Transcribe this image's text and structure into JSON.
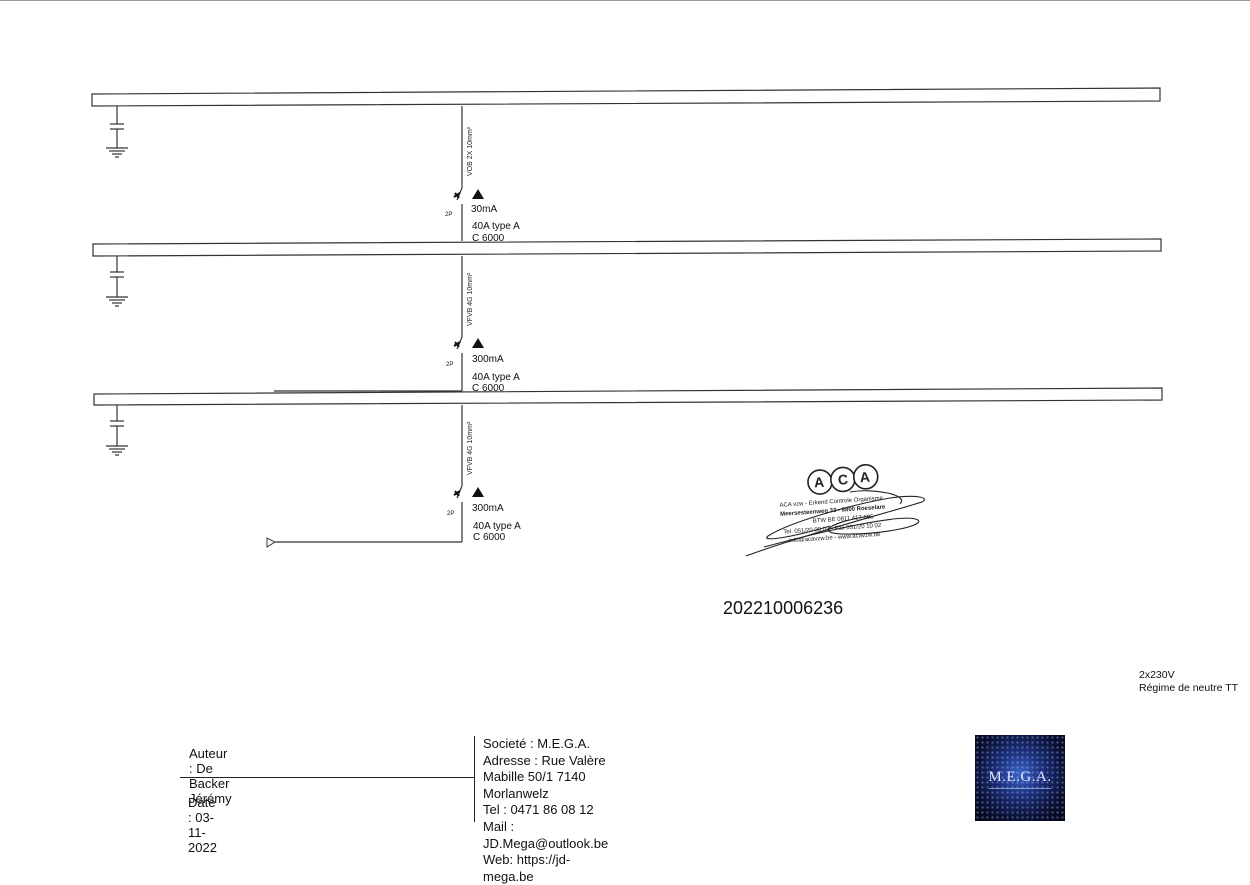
{
  "diagram": {
    "circuits": [
      {
        "cable": "VOB 2X 10mm²",
        "pole": "2P",
        "sensitivity": "30mA",
        "rating": "40A type A",
        "breaking": "C 6000"
      },
      {
        "cable": "VFVB 4G 10mm²",
        "pole": "2P",
        "sensitivity": "300mA",
        "rating": "40A type A",
        "breaking": "C 6000"
      },
      {
        "cable": "VFVB 4G 10mm²",
        "pole": "2P",
        "sensitivity": "300mA",
        "rating": "40A type A",
        "breaking": "C 6000"
      }
    ],
    "stamp": {
      "logo_letters": [
        "A",
        "C",
        "A"
      ],
      "lines": [
        "ACA vzw - Erkend Controle Organisme",
        "Meersesteenweg 33 - 8800 Roeselare",
        "BTW BE 0811 417 605",
        "Tel. 051/20 00 03 - Fax 051/20 10 02",
        "info@acavzw.be - www.acavzw.be"
      ]
    },
    "reference_number": "202210006236",
    "supply": {
      "voltage": "2x230V",
      "neutral_regime": "Régime de neutre TT"
    }
  },
  "footer": {
    "author": "Auteur :  De Backer Jérémy",
    "date": "Date : 03-11-2022",
    "company": "Societé : M.E.G.A.",
    "address": "Adresse : Rue Valère Mabille 50/1 7140 Morlanwelz",
    "tel": "Tel : 0471 86 08 12",
    "mail": "Mail : JD.Mega@outlook.be",
    "web": "Web: https://jd-mega.be",
    "logo_text": "M.E.G.A."
  }
}
